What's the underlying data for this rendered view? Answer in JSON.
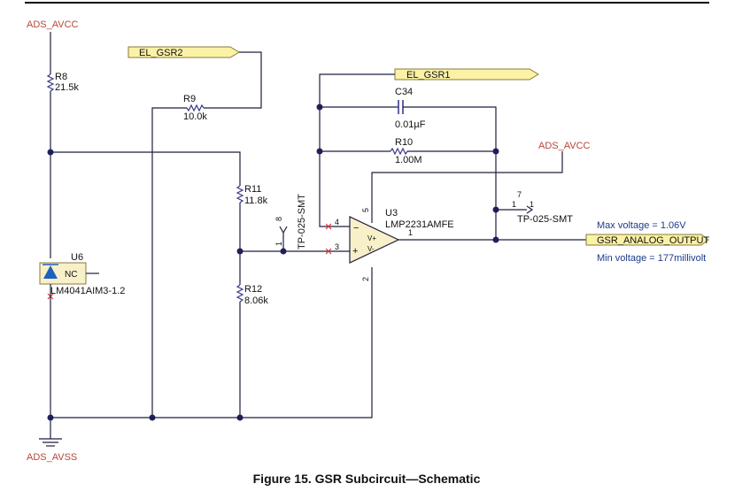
{
  "power": {
    "avcc_top": "ADS_AVCC",
    "avcc_right": "ADS_AVCC",
    "avss": "ADS_AVSS"
  },
  "nets": {
    "el_gsr2": "EL_GSR2",
    "el_gsr1": "EL_GSR1",
    "gsr_output": "GSR_ANALOG_OUTPUT"
  },
  "components": {
    "r8": {
      "ref": "R8",
      "value": "21.5k"
    },
    "r9": {
      "ref": "R9",
      "value": "10.0k"
    },
    "r10": {
      "ref": "R10",
      "value": "1.00M"
    },
    "r11": {
      "ref": "R11",
      "value": "11.8k"
    },
    "r12": {
      "ref": "R12",
      "value": "8.06k"
    },
    "c34": {
      "ref": "C34",
      "value": "0.01µF"
    },
    "u3": {
      "ref": "U3",
      "value": "LMP2231AMFE"
    },
    "u6": {
      "ref": "U6",
      "value": "LM4041AIM3-1.2",
      "pin_nc": "NC"
    },
    "tp_left": {
      "pin_top": "8",
      "pin": "1",
      "part": "TP-025-SMT"
    },
    "tp_right": {
      "pin_top": "7",
      "pin": "1",
      "pin_right": "1",
      "part": "TP-025-SMT"
    }
  },
  "opamp_pins": {
    "inv": "4",
    "noninv": "3",
    "vplus": "5",
    "vminus": "2",
    "out": "1",
    "label_vplus": "V+",
    "label_vminus": "V-",
    "sign_minus": "−",
    "sign_plus": "+"
  },
  "notes": {
    "max_voltage": "Max voltage = 1.06V",
    "min_voltage": "Min voltage = 177millivolt"
  },
  "caption": "Figure 15. GSR Subcircuit—Schematic"
}
